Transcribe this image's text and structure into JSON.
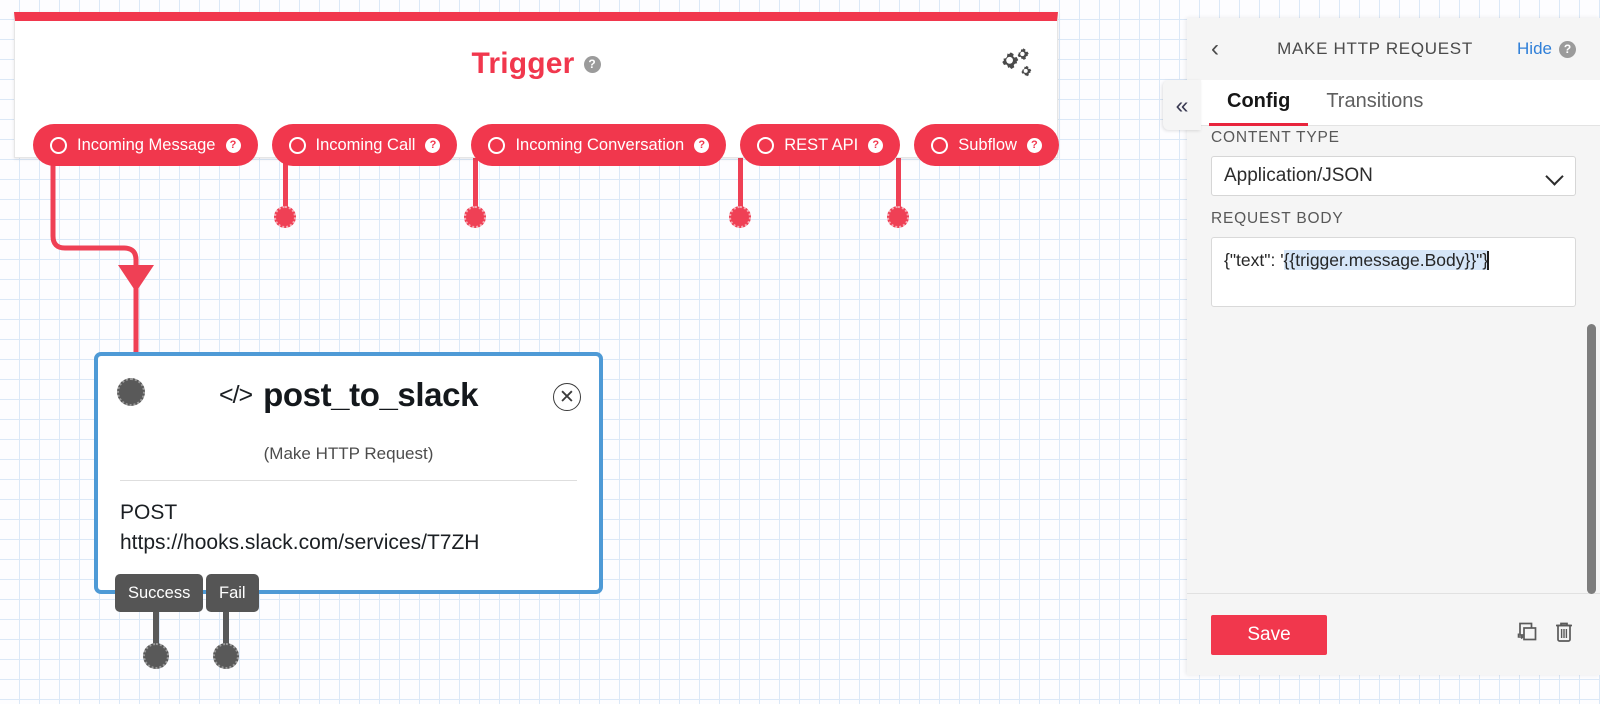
{
  "canvas": {
    "trigger": {
      "title": "Trigger",
      "help_icon": "help-circle-icon",
      "settings_icon": "gears-icon",
      "accent_color": "#f1374d",
      "pills": [
        {
          "label": "Incoming Message",
          "help": "?"
        },
        {
          "label": "Incoming Call",
          "help": "?"
        },
        {
          "label": "Incoming Conversation",
          "help": "?"
        },
        {
          "label": "REST API",
          "help": "?"
        },
        {
          "label": "Subflow",
          "help": "?"
        }
      ]
    },
    "node": {
      "code_icon": "</>",
      "title": "post_to_slack",
      "subtitle": "(Make HTTP Request)",
      "method": "POST",
      "url": "https://hooks.slack.com/services/T7ZH",
      "close_icon": "✕",
      "border_color": "#4e9ad6",
      "outputs": [
        {
          "label": "Success"
        },
        {
          "label": "Fail"
        }
      ]
    }
  },
  "panel": {
    "back_icon": "‹",
    "title": "MAKE HTTP REQUEST",
    "hide_label": "Hide",
    "help_icon": "?",
    "tabs": [
      {
        "label": "Config",
        "active": true
      },
      {
        "label": "Transitions",
        "active": false
      }
    ],
    "fields": {
      "content_type_label": "CONTENT TYPE",
      "content_type_value": "Application/JSON",
      "content_type_options": [
        "Application/JSON"
      ],
      "request_body_label": "REQUEST BODY",
      "request_body_prefix": "{\"text\": '",
      "request_body_selected": "{{trigger.message.Body}}\"}"
    },
    "footer": {
      "save_label": "Save",
      "duplicate_icon": "duplicate-icon",
      "delete_icon": "trash-icon"
    },
    "accent_color": "#f1374d",
    "link_color": "#2f7fd8"
  },
  "collapse_tab": {
    "icon": "«"
  }
}
